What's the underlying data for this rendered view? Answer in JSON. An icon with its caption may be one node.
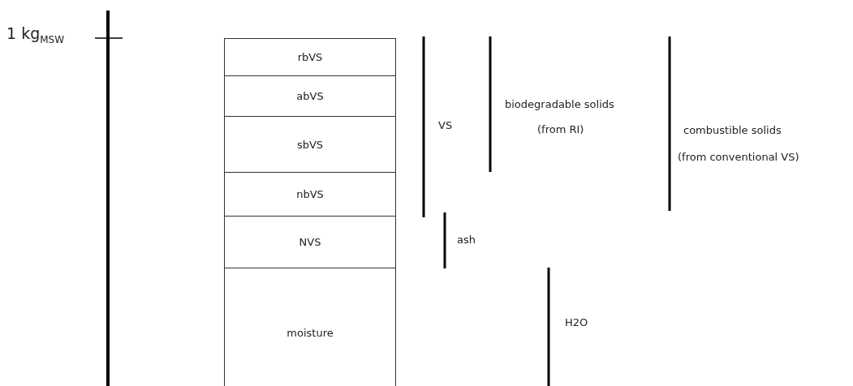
{
  "diagram": {
    "nodes": [
      {
        "text": [
          "rbVS"
        ]
      },
      {
        "text": [
          "abVS"
        ]
      },
      {
        "text": [
          "sbVS"
        ]
      },
      {
        "text": [
          "nbVS"
        ]
      },
      {
        "text": [
          "NVS"
        ]
      },
      {
        "text": [
          "moisture"
        ]
      }
    ],
    "labels": [
      "1 kg$_{MSW}$",
      "VS",
      "biodegradable solids",
      "(from RI)",
      "combustible solids",
      "(from conventional VS)",
      "ash",
      "H2O"
    ]
  }
}
